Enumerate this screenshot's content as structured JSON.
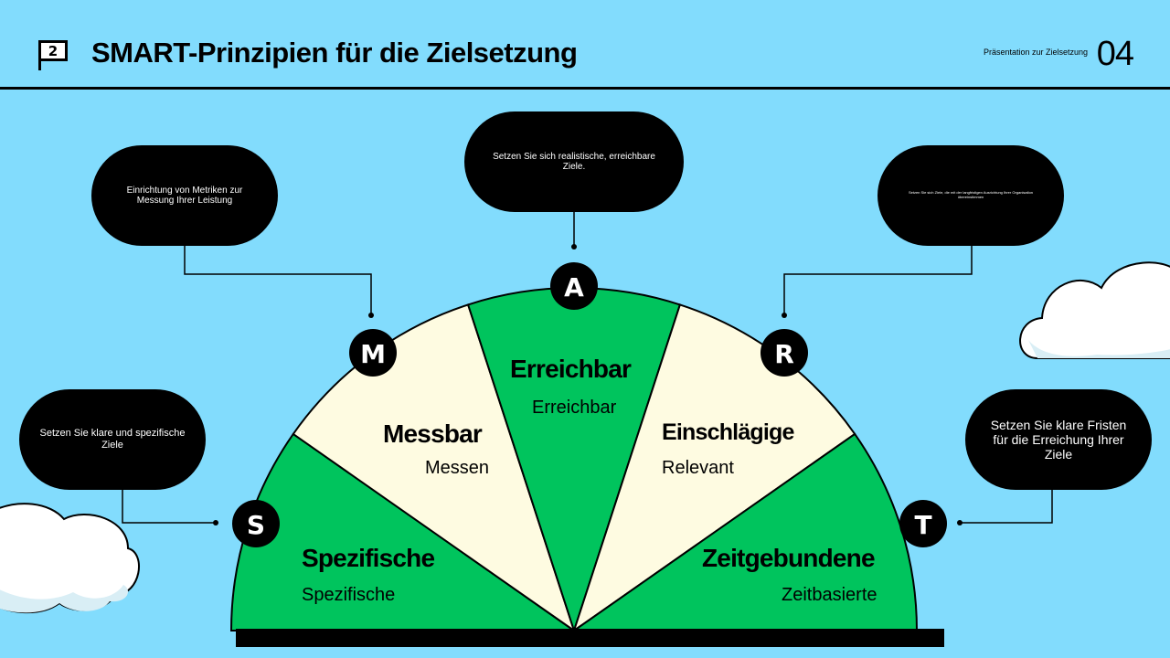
{
  "header": {
    "logo_number": "2",
    "title": "SMART-Prinzipien für die Zielsetzung",
    "subtitle": "Präsentation zur Zielsetzung",
    "page_number": "04"
  },
  "segments": [
    {
      "letter": "S",
      "title": "Spezifische",
      "subtitle": "Spezifische",
      "fill": "#00c45d"
    },
    {
      "letter": "M",
      "title": "Messbar",
      "subtitle": "Messen",
      "fill": "#fefbe1"
    },
    {
      "letter": "A",
      "title": "Erreichbar",
      "subtitle": "Erreichbar",
      "fill": "#00c45d"
    },
    {
      "letter": "R",
      "title": "Einschlägige",
      "subtitle": "Relevant",
      "fill": "#fefbe1"
    },
    {
      "letter": "T",
      "title": "Zeitgebundene",
      "subtitle": "Zeitbasierte",
      "fill": "#00c45d"
    }
  ],
  "callouts": {
    "s": "Setzen Sie klare und spezifische Ziele",
    "m": "Einrichtung von Metriken zur Messung Ihrer Leistung",
    "a": "Setzen Sie sich realistische, erreichbare Ziele.",
    "r": "Setzen Sie sich Ziele, die mit der langfristigen Ausrichtung Ihrer Organisation übereinstimmen",
    "t": "Setzen Sie klare Fristen für die Erreichung Ihrer Ziele"
  },
  "colors": {
    "background": "#82dcfd",
    "green": "#00c45d",
    "cream": "#fefbe1",
    "black": "#000000",
    "white": "#ffffff"
  }
}
